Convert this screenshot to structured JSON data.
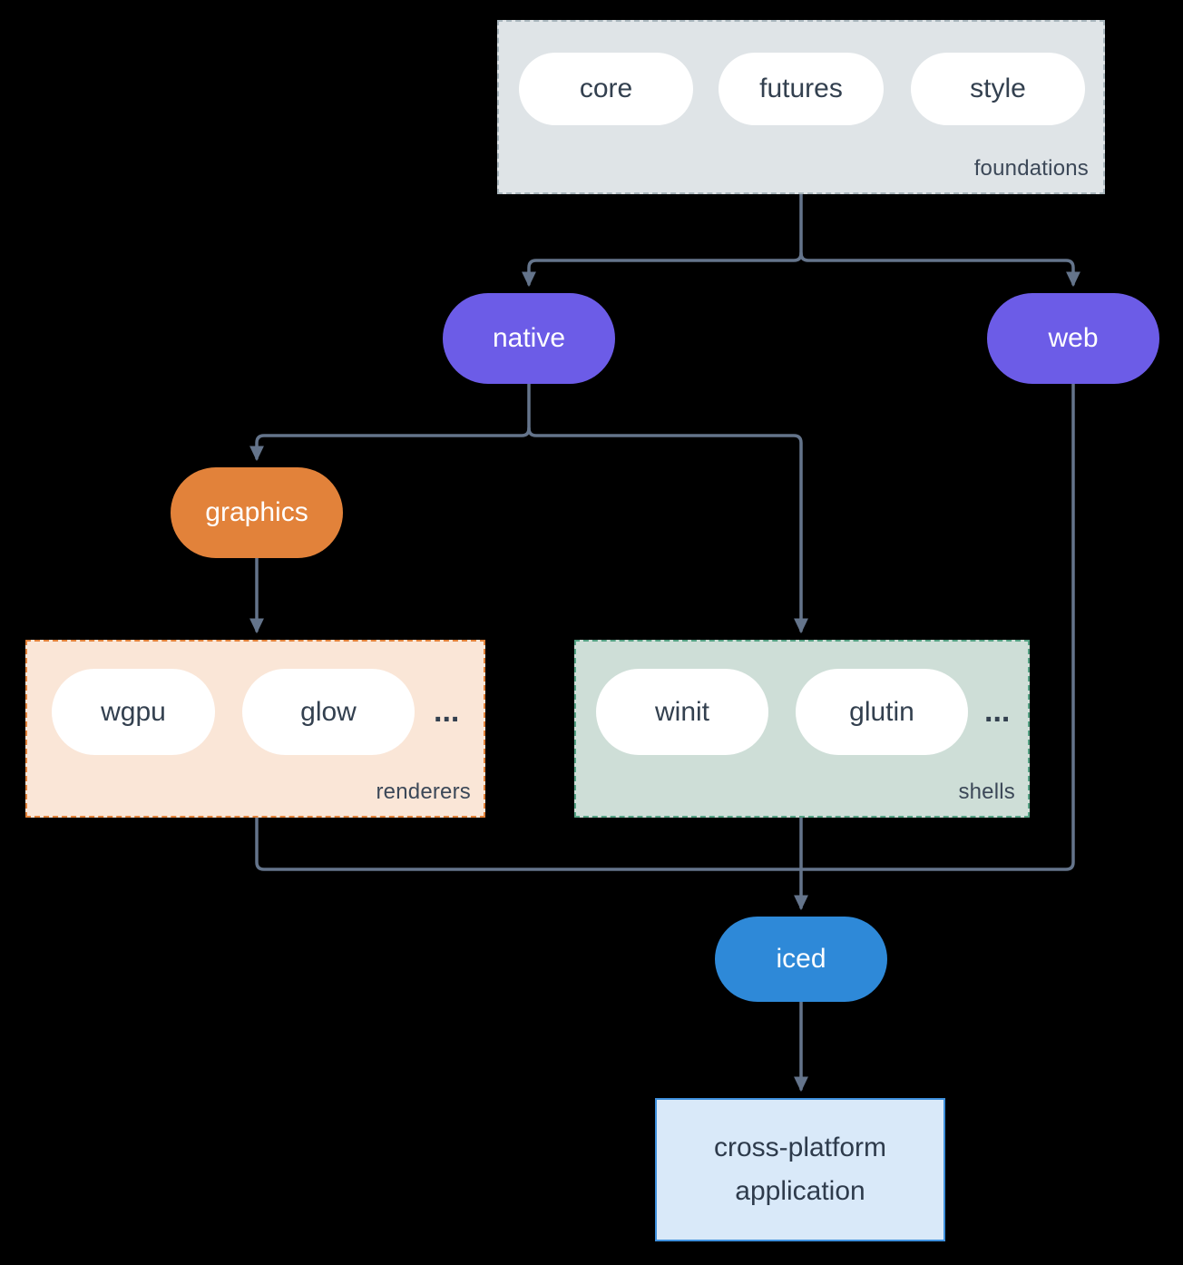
{
  "groups": {
    "foundations": {
      "label": "foundations",
      "pills": [
        {
          "label": "core"
        },
        {
          "label": "futures"
        },
        {
          "label": "style"
        }
      ]
    },
    "renderers": {
      "label": "renderers",
      "pills": [
        {
          "label": "wgpu"
        },
        {
          "label": "glow"
        }
      ],
      "ellipsis": "..."
    },
    "shells": {
      "label": "shells",
      "pills": [
        {
          "label": "winit"
        },
        {
          "label": "glutin"
        }
      ],
      "ellipsis": "..."
    }
  },
  "nodes": {
    "native": {
      "label": "native"
    },
    "web": {
      "label": "web"
    },
    "graphics": {
      "label": "graphics"
    },
    "iced": {
      "label": "iced"
    },
    "application": {
      "label": "cross-platform application"
    }
  },
  "colors": {
    "background": "#000000",
    "arrow": "#64748B",
    "indigo_node": "#6C5CE7",
    "orange_node": "#E2823A",
    "blue_node": "#2E89D8",
    "foundations_fill": "#DFE4E7",
    "renderers_fill": "#FAE6D7",
    "renderers_border": "#E2823A",
    "shells_fill": "#CEDED7",
    "shells_border": "#55A284",
    "application_fill": "#D9E9F9",
    "application_border": "#3E8FDC",
    "pill_fill": "#FFFFFF",
    "pill_text": "#33404F"
  }
}
